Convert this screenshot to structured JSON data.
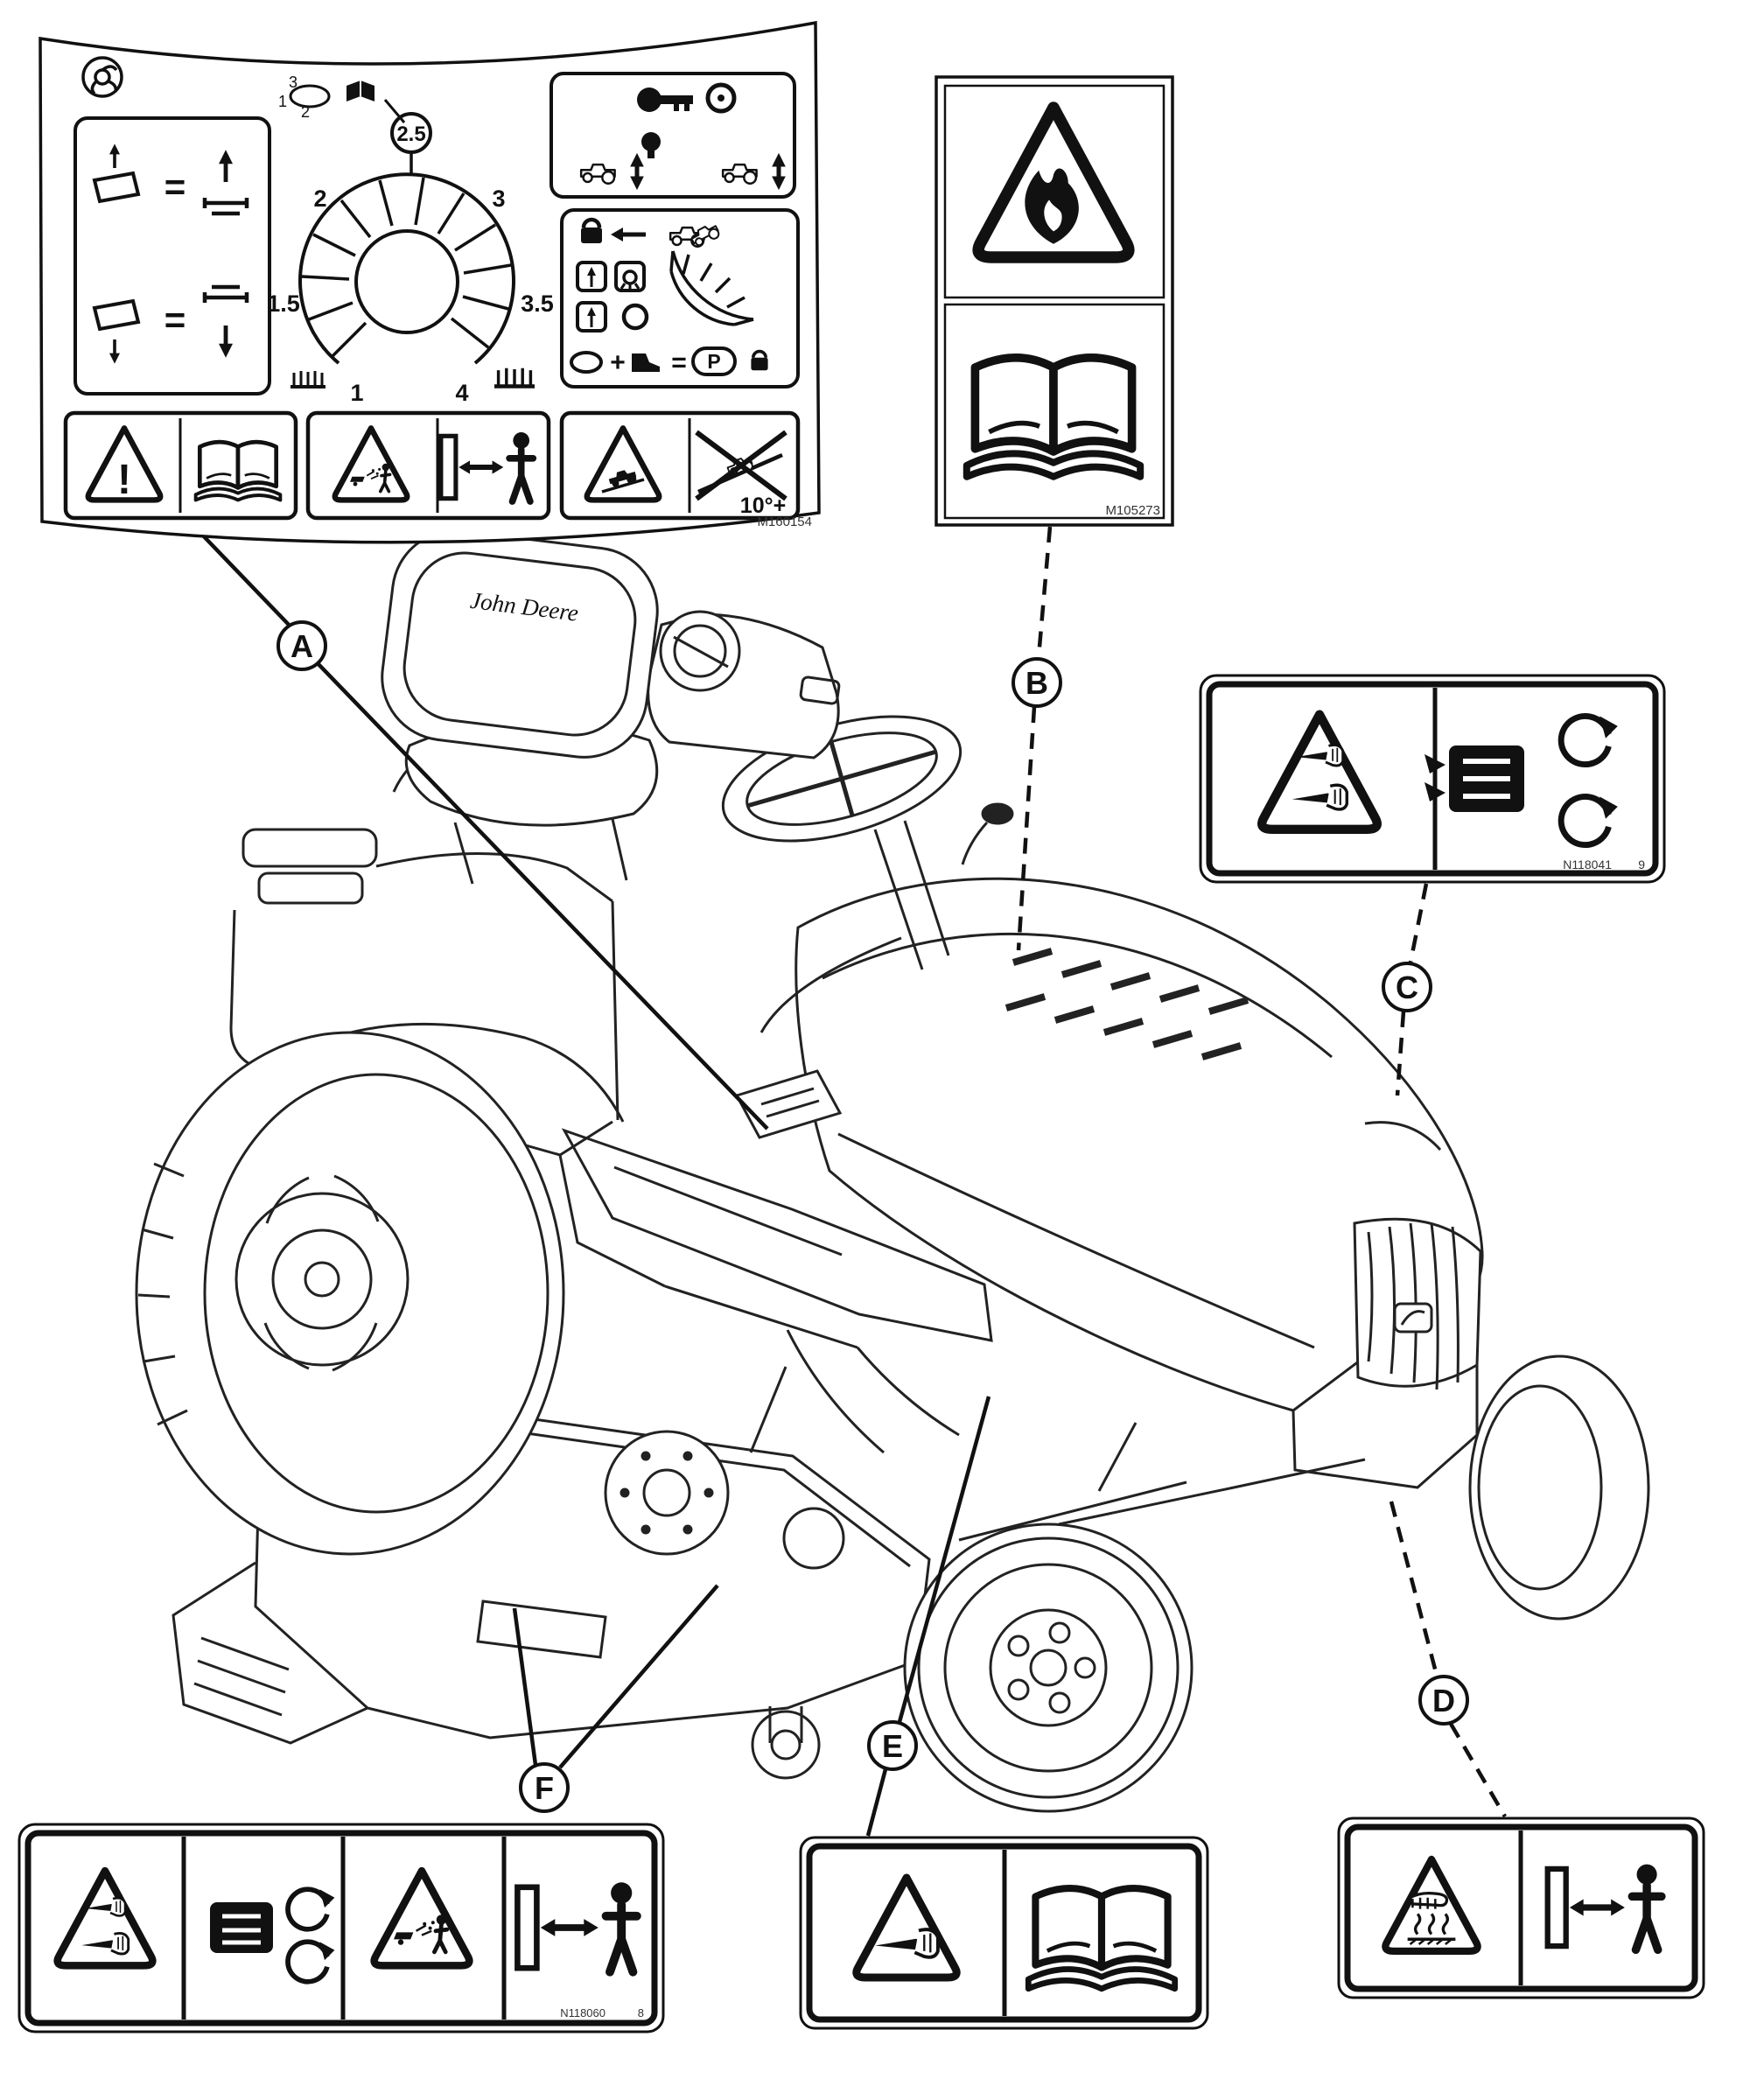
{
  "figure": {
    "background": "#ffffff",
    "ink": "#1a1a1a"
  },
  "tractor": {
    "brand_text": "John Deere"
  },
  "callouts": {
    "a": {
      "label": "A"
    },
    "b": {
      "label": "B"
    },
    "c": {
      "label": "C"
    },
    "d": {
      "label": "D"
    },
    "e": {
      "label": "E"
    },
    "f": {
      "label": "F"
    }
  },
  "console_decal": {
    "part_number": "M160154",
    "height_dial": {
      "selected_value": "2.5",
      "tick_labels": [
        "1",
        "1.5",
        "2",
        "2.5",
        "3",
        "3.5",
        "4"
      ]
    },
    "knob_positions": {
      "p1": "1",
      "p2": "2",
      "p3": "3"
    },
    "equals_sign": "=",
    "plus_sign": "+",
    "exclamation": "!",
    "parking_letter": "P",
    "slope_limit_text": "10°+",
    "icons": [
      "raise-deck-icon",
      "lower-deck-icon",
      "cut-height-dial",
      "ignition-key-icon",
      "throttle-knob-icon",
      "parking-brake-icon",
      "warning-triangle-icon",
      "read-manual-book-icon",
      "thrown-objects-icon",
      "keep-bystanders-away-icon",
      "slope-tip-over-icon"
    ]
  },
  "fire_manual_decal": {
    "part_number": "M105273",
    "icons": [
      "fire-hazard-triangle-icon",
      "read-manual-book-icon"
    ]
  },
  "blade_belt_decal": {
    "part_number": "N118041",
    "revision": "9",
    "icons": [
      "blade-cut-hands-triangle-icon",
      "belt-pinch-icon",
      "rotating-parts-icon"
    ]
  },
  "hot_surface_decal": {
    "icons": [
      "hot-surface-triangle-icon",
      "keep-bystanders-away-icon"
    ]
  },
  "blade_manual_decal": {
    "icons": [
      "blade-cut-triangle-icon",
      "read-manual-book-icon"
    ]
  },
  "deck_hazard_decal": {
    "part_number": "N118060",
    "revision": "8",
    "icons": [
      "blade-cut-hands-triangle-icon",
      "rotating-deck-icon",
      "thrown-objects-triangle-icon",
      "keep-bystanders-away-icon"
    ]
  }
}
